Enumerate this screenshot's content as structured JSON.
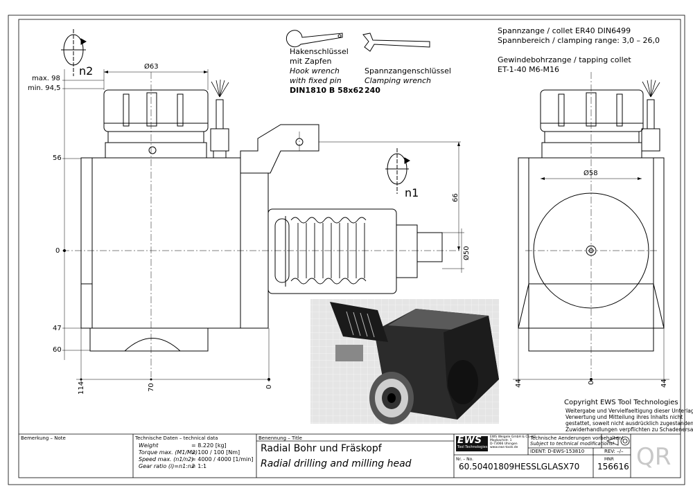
{
  "collet": {
    "line1": "Spannzange / collet    ER40    DIN6499",
    "line2": "Spannbereich / clamping range: 3,0 – 26,0",
    "line3": "Gewindebohrzange / tapping collet",
    "line4": "ET-1-40    M6-M16"
  },
  "hook_wrench": {
    "de1": "Hakenschlüssel",
    "de2": "mit Zapfen",
    "en1": "Hook wrench",
    "en2": "with fixed pin",
    "spec": "DIN1810 B 58x62"
  },
  "clamping_wrench": {
    "de": "Spannzangenschlüssel",
    "en": "Clamping wrench",
    "spec": "240"
  },
  "rotation_labels": {
    "n2": "n2",
    "n1": "n1"
  },
  "dimensions": {
    "d63": "Ø63",
    "max98": "max. 98",
    "min945": "min. 94,5",
    "v56": "56",
    "v0": "0",
    "v47": "47",
    "v60": "60",
    "h114": "114",
    "h70": "70",
    "h0": "0",
    "v66": "66",
    "d50": "Ø50",
    "d58": "Ø58",
    "r44a": "44",
    "r0": "0",
    "r44b": "44"
  },
  "copyright": {
    "title": "Copyright EWS Tool Technologies",
    "l1": "Weitergabe und Vervielfaeltigung dieser Unterlage,",
    "l2": "Verwertung und Mitteilung ihres Inhalts nicht",
    "l3": "gestattet, soweit nicht ausdrücklich zugestanden.",
    "l4": "Zuwiderhandlungen verpflichten zu Schadenersatz."
  },
  "title_block": {
    "note_label": "Bemerkung – Note",
    "tech_label": "Technische Daten – technical data",
    "weight_label": "Weight",
    "weight_value": "=   8.220 [kg]",
    "torque_label": "Torque max. (M1/M2)",
    "torque_value": "=   100 / 100 [Nm]",
    "speed_label": "Speed max. (n1/n2)",
    "speed_value": "=   4000 / 4000 [1/min]",
    "gear_label": "Gear ratio  (i)=n1:n2",
    "gear_value": "=   1:1",
    "name_label": "Benennung – Title",
    "title_de": "Radial Bohr und Fräskopf",
    "title_en": "Radial drilling and milling head",
    "logo": "EWS",
    "logo_sub": "Tool Technologies",
    "company1": "EWS Weigele GmbH & Co. KG",
    "company2": "Maybachstr. 1",
    "company3": "D-73066 Uhingen",
    "company4": "www.ews-tools.de",
    "notice_de": "Technische Aenderungen vorbehalten!",
    "notice_en": "Subject to technical modifications!",
    "ident": "IDENT:   D-EWS-153810",
    "rev": "REV:   –/–",
    "nr_label": "Nr. – No.",
    "part_no": "60.50401809HESSLGLASX70",
    "mnr_label": "MNR",
    "mnr": "156616",
    "qr": "QR"
  }
}
